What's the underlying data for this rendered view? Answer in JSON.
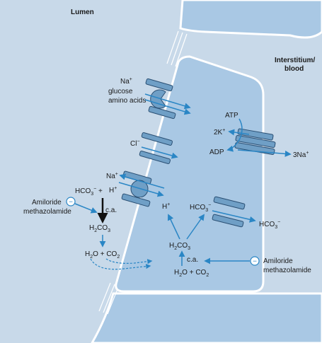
{
  "regions": {
    "lumen": "Lumen",
    "interstitium": [
      "Interstitium/",
      "blood"
    ]
  },
  "symport": [
    "glucose",
    "amino acids"
  ],
  "pump": {
    "atp": "ATP",
    "adp": "ADP"
  },
  "chloride": "Cl",
  "amiloride": [
    "Amiloride",
    "methazolamide"
  ],
  "inhibitor_symbol": "−",
  "ca": "c.a.",
  "plus": "+",
  "colors": {
    "background": "#c8d9e9",
    "cell": "#a9c8e4",
    "transporter": "#6f9fc6",
    "transporter_stroke": "#2a4f73",
    "arrow": "#2a86c5",
    "black_arrow": "#111111"
  }
}
